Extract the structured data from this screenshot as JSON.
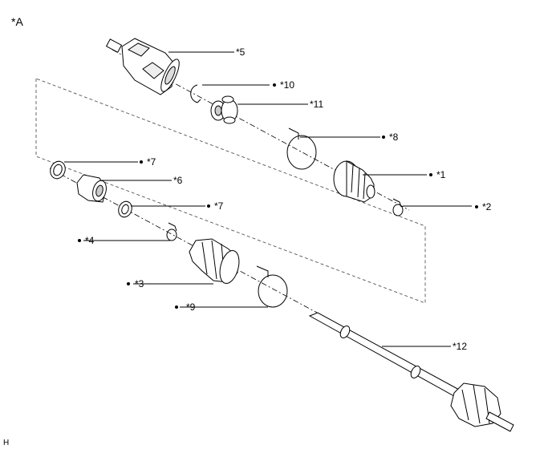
{
  "diagram": {
    "view_label": "*A",
    "corner_code": "H",
    "callouts": {
      "p1": "*1",
      "p2": "*2",
      "p3": "*3",
      "p4": "*4",
      "p5": "*5",
      "p6": "*6",
      "p7a": "*7",
      "p7b": "*7",
      "p8": "*8",
      "p9": "*9",
      "p10": "*10",
      "p11": "*11",
      "p12": "*12"
    }
  }
}
